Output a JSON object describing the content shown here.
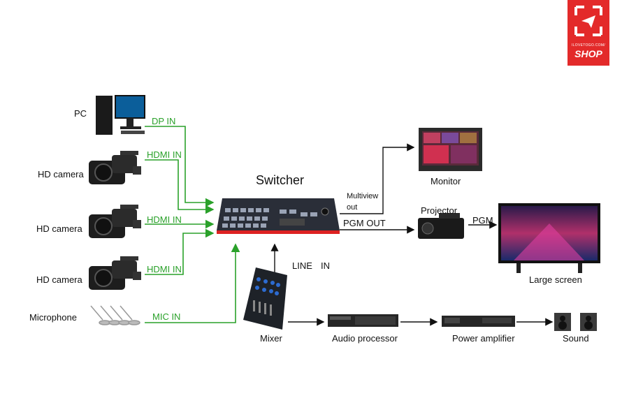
{
  "logo": {
    "line1": "ILOVETOGO.COM/",
    "line2": "SHOP",
    "color": "#e32a2a"
  },
  "title": "Switcher",
  "devices": {
    "pc": "PC",
    "camera1": "HD camera",
    "camera2": "HD camera",
    "camera3": "HD camera",
    "microphone": "Microphone",
    "monitor": "Monitor",
    "projector": "Projector",
    "large_screen": "Large screen",
    "mixer": "Mixer",
    "audio_processor": "Audio processor",
    "power_amplifier": "Power amplifier",
    "sound": "Sound"
  },
  "inputs": {
    "dp_in": "DP IN",
    "hdmi_in_1": "HDMI IN",
    "hdmi_in_2": "HDMI IN",
    "hdmi_in_3": "HDMI IN",
    "mic_in": "MIC IN"
  },
  "outputs": {
    "multiview": "Multiview",
    "out": "out",
    "pgm_out": "PGM OUT",
    "pgm": "PGM",
    "line_in": "LINE",
    "line_in_2": "IN"
  },
  "colors": {
    "input_line": "#2aa12a",
    "output_line": "#111111"
  }
}
